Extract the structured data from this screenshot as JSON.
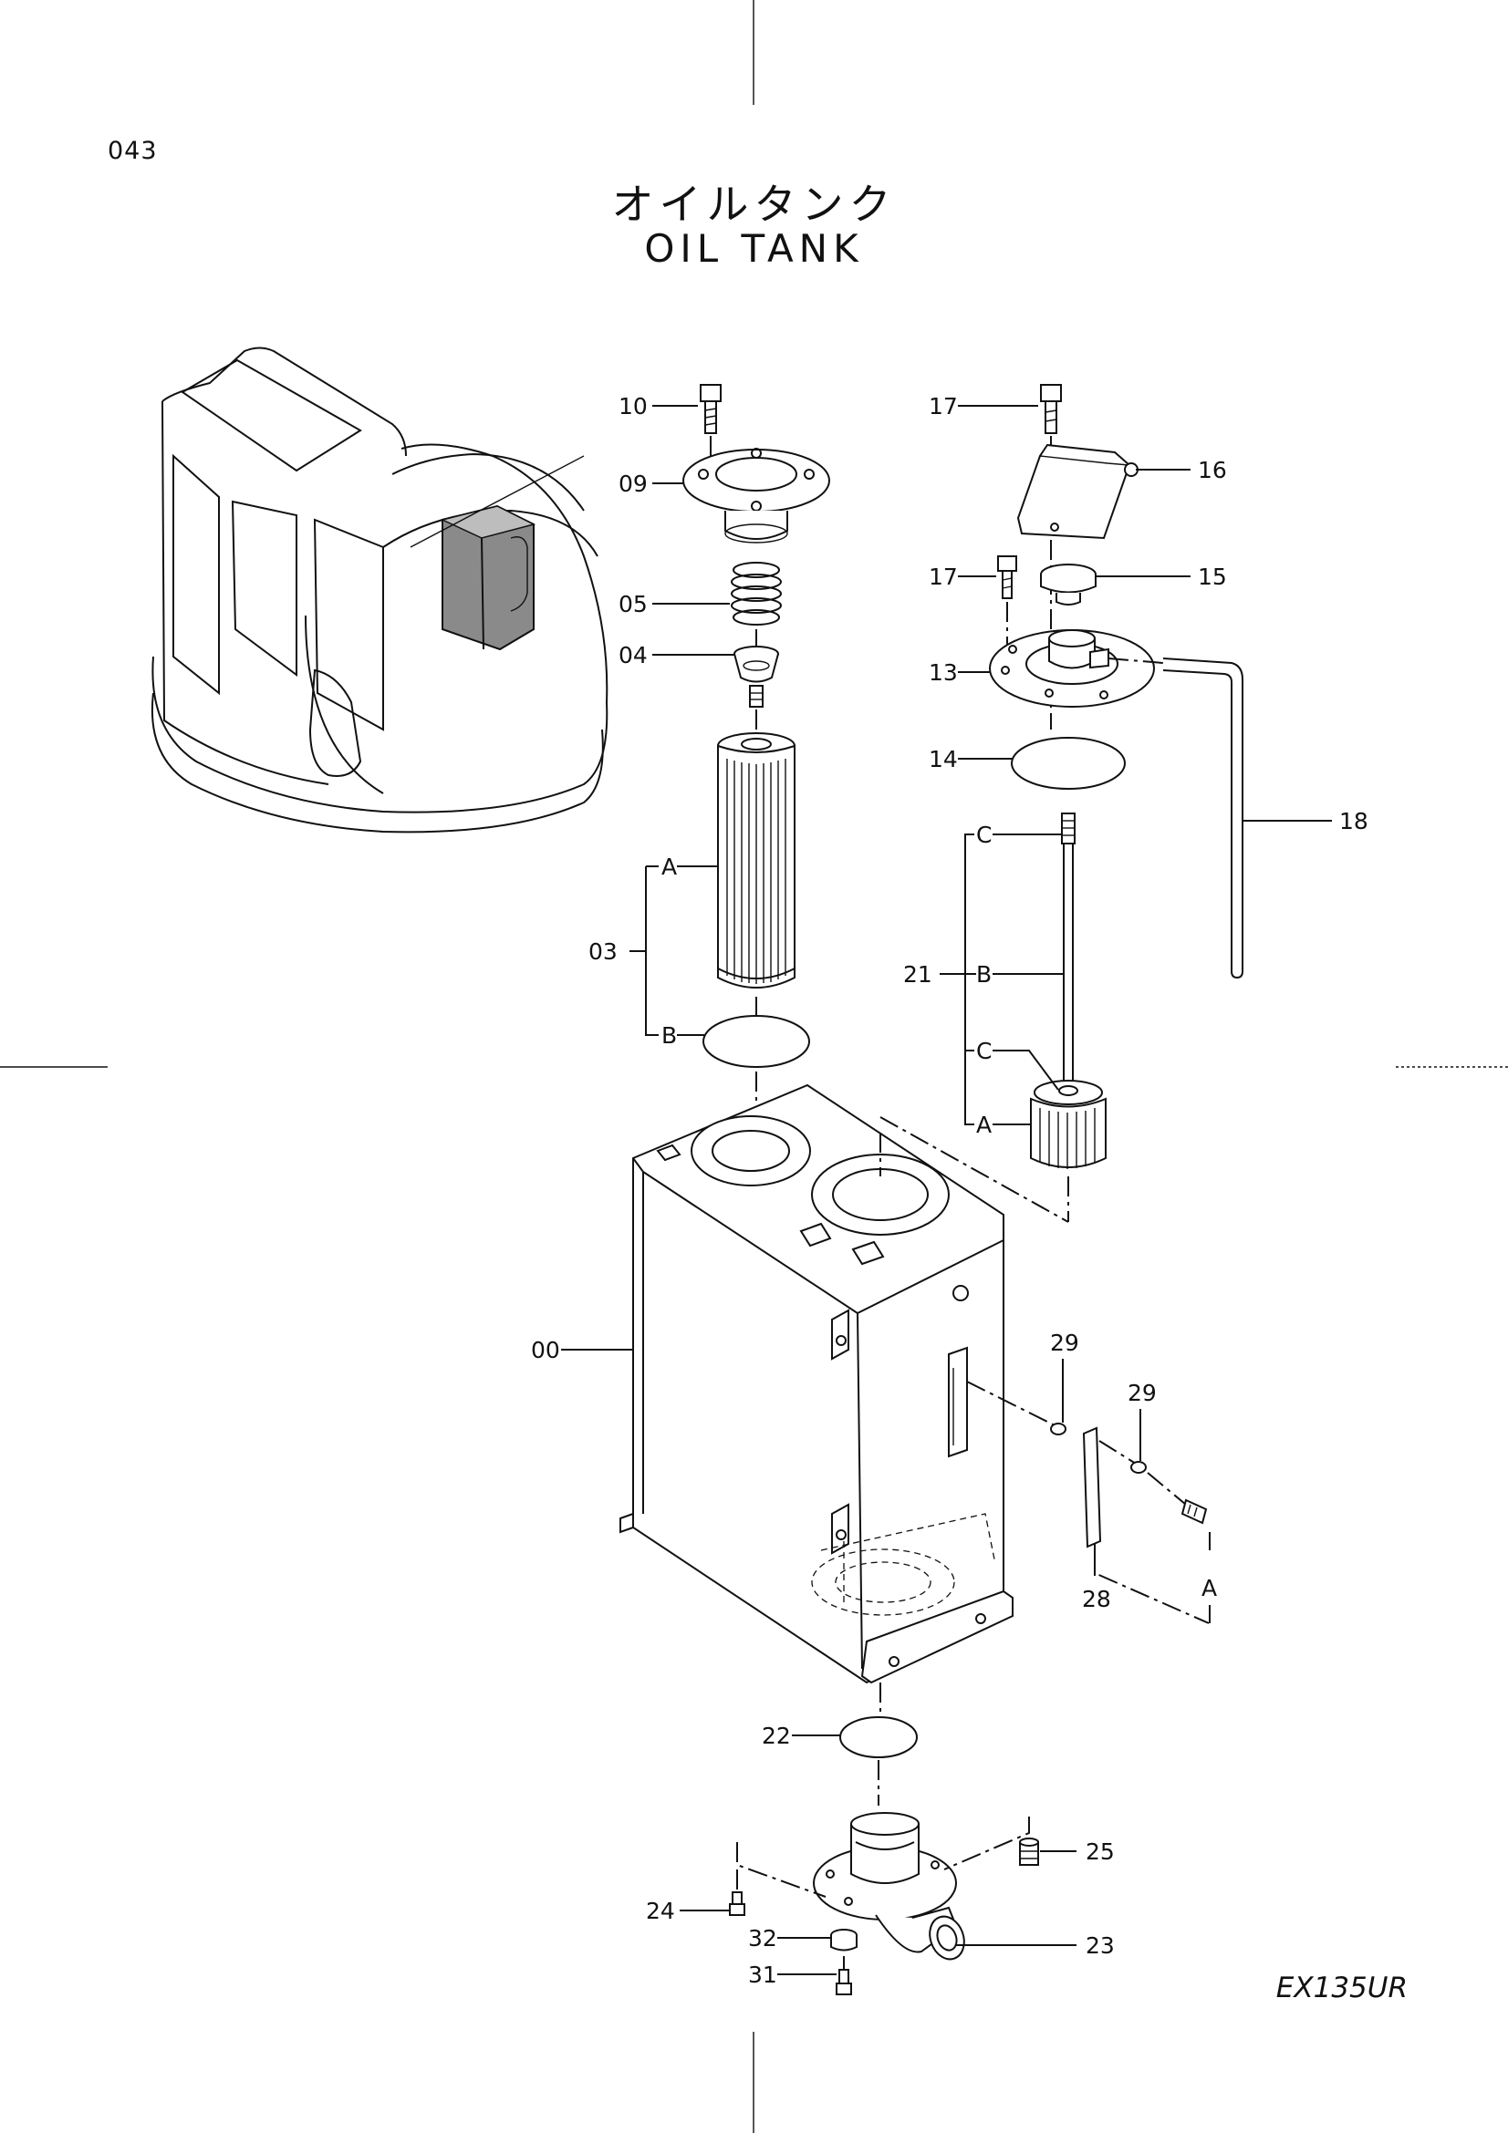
{
  "page_number": "043",
  "title_jp": "オイルタンク",
  "title_en": "OIL  TANK",
  "model": "EX135UR",
  "callouts": {
    "c10": "10",
    "c09": "09",
    "c05": "05",
    "c04": "04",
    "c03": "03",
    "c03A": "A",
    "c03B": "B",
    "c17a": "17",
    "c16": "16",
    "c17b": "17",
    "c15": "15",
    "c13": "13",
    "c14": "14",
    "c18": "18",
    "c21": "21",
    "c21C1": "C",
    "c21B": "B",
    "c21C2": "C",
    "c21A": "A",
    "c00": "00",
    "c29a": "29",
    "c29b": "29",
    "c28": "28",
    "cA": "A",
    "c22": "22",
    "c25": "25",
    "c24": "24",
    "c32": "32",
    "c23": "23",
    "c31": "31"
  }
}
